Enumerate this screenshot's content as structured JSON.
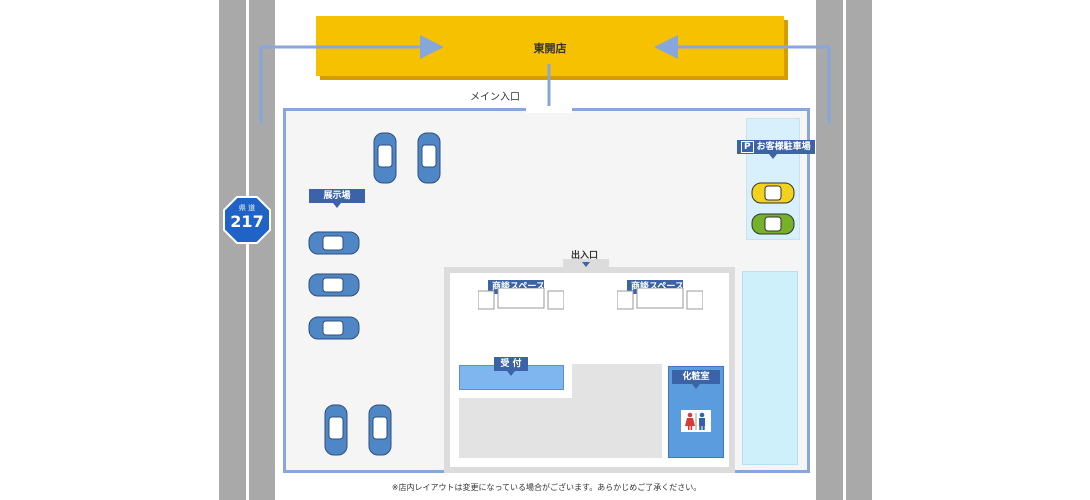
{
  "store": {
    "name": "東開店"
  },
  "entrance": {
    "main": "メイン入口",
    "door": "出入口"
  },
  "route_sign": {
    "top": "県 道",
    "number": "217"
  },
  "labels": {
    "showroom": "展示場",
    "parking": "お客様駐車場",
    "parking_mark": "P",
    "meeting_1": "商談スペース",
    "meeting_2": "商談スペース",
    "reception": "受 付",
    "restroom": "化粧室"
  },
  "notice": "※店内レイアウトは変更になっている場合がございます。あらかじめご了承ください。",
  "colors": {
    "store": "#f6c100",
    "route": "#87a7dc",
    "tag": "#3c63a8",
    "road": "#a9a9a9",
    "car_blue": "#4f86c6",
    "car_yellow": "#f2d21b",
    "car_green": "#76b12a"
  }
}
